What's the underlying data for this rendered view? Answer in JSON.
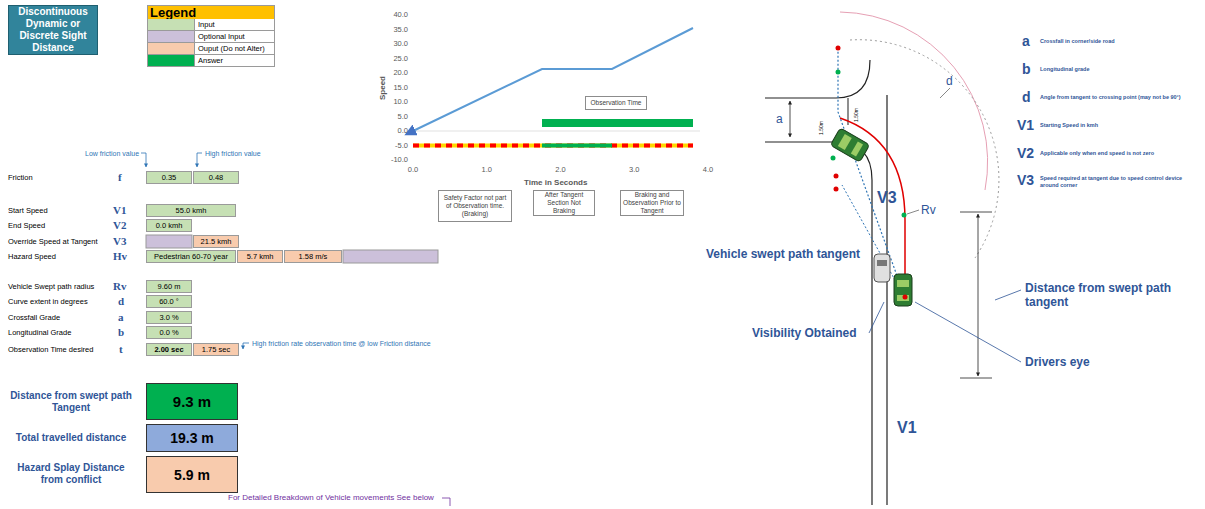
{
  "diagram": {
    "nodes": [
      {
        "text": [
          "Discontinuous Dynamic or Discrete Sight Distance"
        ]
      },
      {
        "text": [
          "Legend"
        ]
      },
      {
        "text": [
          "Observation Time"
        ]
      },
      {
        "text": [
          "Safety Factor not part of Observation time. (Braking)"
        ]
      },
      {
        "text": [
          "After Tangent Section Not Braking"
        ]
      },
      {
        "text": [
          "Braking and Observation Prior to Tangent"
        ]
      },
      {
        "text": [
          "0.35"
        ]
      },
      {
        "text": [
          "0.48"
        ]
      },
      {
        "text": [
          "55.0 kmh"
        ]
      },
      {
        "text": [
          "0.0 kmh"
        ]
      },
      {
        "text": [
          "21.5 kmh"
        ]
      },
      {
        "text": [
          "Pedestrian 60-70 year"
        ]
      },
      {
        "text": [
          "5.7 kmh"
        ]
      },
      {
        "text": [
          "1.58 m/s"
        ]
      },
      {
        "text": [
          "9.60 m"
        ]
      },
      {
        "text": [
          "60.0 °"
        ]
      },
      {
        "text": [
          "3.0 %"
        ]
      },
      {
        "text": [
          "0.0 %"
        ]
      },
      {
        "text": [
          "2.00 sec"
        ]
      },
      {
        "text": [
          "1.75 sec"
        ]
      },
      {
        "text": [
          "9.3 m"
        ]
      },
      {
        "text": [
          "19.3 m"
        ]
      },
      {
        "text": [
          "5.9 m"
        ]
      }
    ],
    "labels": [
      "Low friction value",
      "High friction value",
      "Friction",
      "f",
      "Start Speed",
      "V1",
      "End Speed",
      "V2",
      "Override Speed at Tangent",
      "V3",
      "Hazard Speed",
      "Hv",
      "Vehicle Swept path radius",
      "Rv",
      "Curve extent in degrees",
      "d",
      "Crossfall Grade",
      "a",
      "Longitudinal Grade",
      "b",
      "Observation Time desired",
      "t",
      "High friction rate observation time @ low Friction distance",
      "Distance from swept path Tangent",
      "Total travelled distance",
      "Hazard Splay Distance from conflict",
      "For Detailed Breakdown of Vehicle movements See below",
      "40.0",
      "35.0",
      "30.0",
      "25.0",
      "20.0",
      "15.0",
      "10.0",
      "5.0",
      "0.0",
      "-5.0",
      "-10.0",
      "0.0",
      "1.0",
      "2.0",
      "3.0",
      "4.0",
      "Speed",
      "Time in Seconds",
      "a",
      "Crossfall in corner/side road",
      "b",
      "Longitudinal grade",
      "d",
      "Angle from tangent to crossing point (may not be 90°)",
      "V1",
      "Starting Speed in kmh",
      "V2",
      "Applicable only when end speed is not zero",
      "V3",
      "Speed required at tangent due to speed control device around corner",
      "d",
      "a",
      "1.50m",
      "1.50m",
      "Rv",
      "V3",
      "Vehicle swept path tangent",
      "Distance from swept path tangent",
      "Visibility Obtained",
      "Drivers eye",
      "V1"
    ],
    "legend": [
      {
        "text": "Input",
        "color": "#c6e0b4"
      },
      {
        "text": "Optional Input",
        "color": "#ccc0da"
      },
      {
        "text": "Ouput (Do not Alter)",
        "color": "#f8cbad"
      },
      {
        "text": "Answer",
        "color": "#00b050"
      }
    ]
  }
}
